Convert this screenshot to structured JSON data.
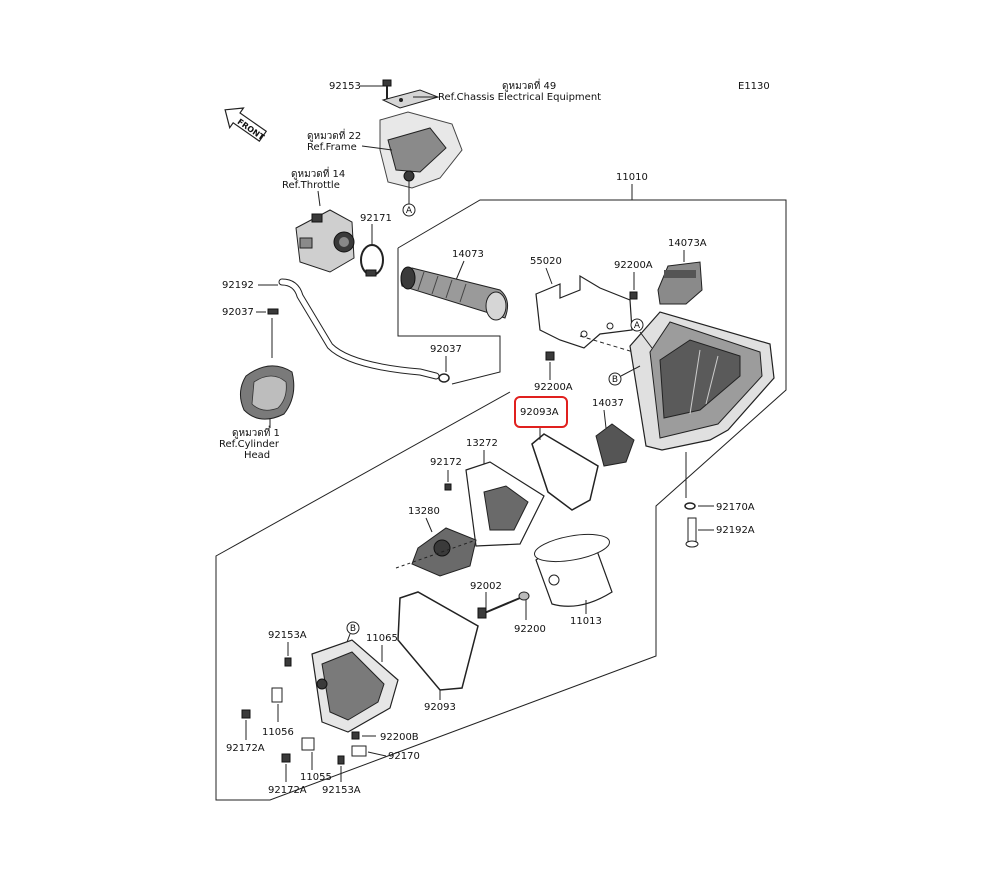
{
  "diagram": {
    "code": "E1130",
    "front_label": "FRONT",
    "highlight_color": "#e0201e",
    "references": {
      "chassis_electrical": [
        "ดูหมวดที่ 49",
        "Ref.Chassis Electrical Equipment"
      ],
      "frame": [
        "ดูหมวดที่ 22",
        "Ref.Frame"
      ],
      "throttle": [
        "ดูหมวดที่ 14",
        "Ref.Throttle"
      ],
      "cylinder_head": [
        "ดูหมวดที่ 1",
        "Ref.Cylinder",
        "Head"
      ]
    },
    "markers": {
      "a": "A",
      "b": "B"
    },
    "parts": {
      "p92153": "92153",
      "p11010": "11010",
      "p92171": "92171",
      "p14073": "14073",
      "p55020": "55020",
      "p92200A_top": "92200A",
      "p14073A": "14073A",
      "p92192": "92192",
      "p92037_left": "92037",
      "p92037_mid": "92037",
      "p92200A_mid": "92200A",
      "p92093A": "92093A",
      "p14037": "14037",
      "p92172": "92172",
      "p13272": "13272",
      "p13280": "13280",
      "p92170A": "92170A",
      "p92192A": "92192A",
      "p92002": "92002",
      "p92200": "92200",
      "p11013": "11013",
      "p92153A_top": "92153A",
      "p11065": "11065",
      "p11056": "11056",
      "p92172A_left": "92172A",
      "p92200B": "92200B",
      "p92093": "92093",
      "p92170": "92170",
      "p11055": "11055",
      "p92172A_bottom": "92172A",
      "p92153A_bottom": "92153A"
    }
  }
}
